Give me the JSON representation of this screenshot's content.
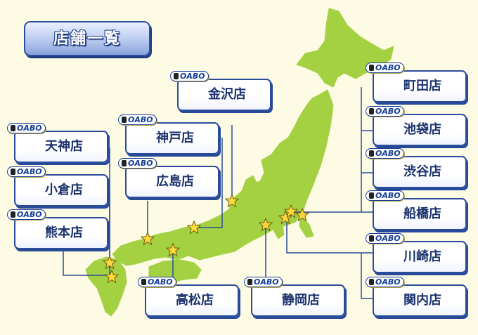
{
  "title": "店舗一覧",
  "logo_text": "OABO",
  "colors": {
    "land": "#a3d142",
    "sea": "#fdfbe3",
    "button_border": "#2a4c9a",
    "leader": "#2a4c9a",
    "star": "#ffd93b"
  },
  "stores": [
    {
      "id": "kanazawa",
      "name": "金沢店"
    },
    {
      "id": "tenjin",
      "name": "天神店"
    },
    {
      "id": "kobe",
      "name": "神戸店"
    },
    {
      "id": "kokura",
      "name": "小倉店"
    },
    {
      "id": "hiroshima",
      "name": "広島店"
    },
    {
      "id": "kumamoto",
      "name": "熊本店"
    },
    {
      "id": "takamatsu",
      "name": "高松店"
    },
    {
      "id": "shizuoka",
      "name": "静岡店"
    },
    {
      "id": "machida",
      "name": "町田店"
    },
    {
      "id": "ikebukuro",
      "name": "池袋店"
    },
    {
      "id": "shibuya",
      "name": "渋谷店"
    },
    {
      "id": "funabashi",
      "name": "船橋店"
    },
    {
      "id": "kawasaki",
      "name": "川崎店"
    },
    {
      "id": "kannai",
      "name": "関内店"
    }
  ]
}
